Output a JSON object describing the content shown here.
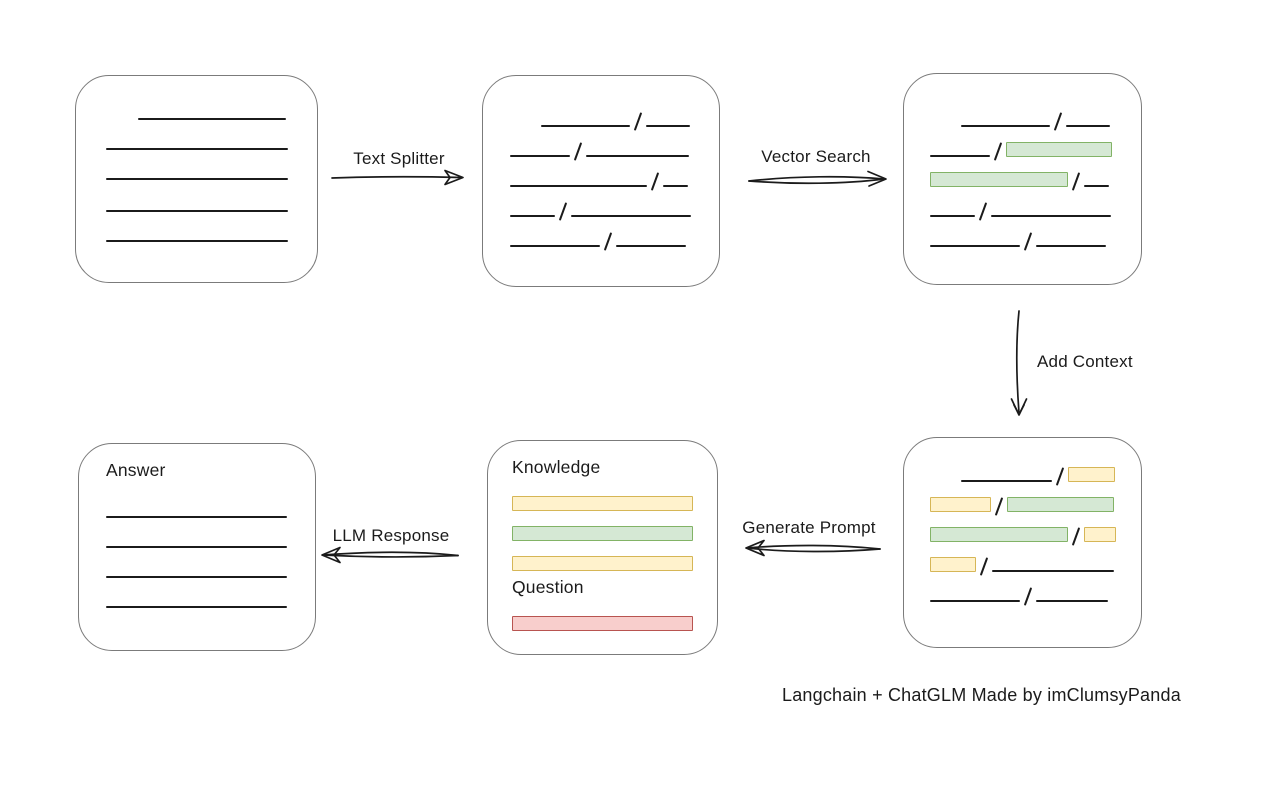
{
  "caption": "Langchain + ChatGLM Made by imClumsyPanda",
  "colors": {
    "ink": "#1b1b1b",
    "box_border": "#7b7b7b",
    "green_fill": "#d5e8d4",
    "green_stroke": "#82b366",
    "yellow_fill": "#fff2cc",
    "yellow_stroke": "#d6b656",
    "red_fill": "#f8cecc",
    "red_stroke": "#b85450"
  },
  "arrows": {
    "text_splitter": {
      "label": "Text Splitter",
      "direction": "right"
    },
    "vector_search": {
      "label": "Vector Search",
      "direction": "right"
    },
    "add_context": {
      "label": "Add Context",
      "direction": "down"
    },
    "generate_prompt": {
      "label": "Generate Prompt",
      "direction": "left"
    },
    "llm_response": {
      "label": "LLM Response",
      "direction": "left"
    }
  },
  "boxes": {
    "document": {
      "rows": [
        {
          "indent": 32,
          "segs": [
            {
              "t": "line",
              "w": 148
            }
          ]
        },
        {
          "segs": [
            {
              "t": "line",
              "w": 182
            }
          ]
        },
        {
          "segs": [
            {
              "t": "line",
              "w": 182
            }
          ]
        },
        {
          "segs": [
            {
              "t": "line",
              "w": 182
            }
          ]
        },
        {
          "segs": [
            {
              "t": "line",
              "w": 182
            }
          ]
        }
      ]
    },
    "split_chunks": {
      "rows": [
        {
          "indent": 31,
          "segs": [
            {
              "t": "line",
              "w": 89
            },
            {
              "t": "line",
              "w": 44
            }
          ]
        },
        {
          "segs": [
            {
              "t": "line",
              "w": 60
            },
            {
              "t": "line",
              "w": 103
            }
          ]
        },
        {
          "segs": [
            {
              "t": "line",
              "w": 137
            },
            {
              "t": "line",
              "w": 25
            }
          ]
        },
        {
          "segs": [
            {
              "t": "line",
              "w": 45
            },
            {
              "t": "line",
              "w": 120
            }
          ]
        },
        {
          "segs": [
            {
              "t": "line",
              "w": 90
            },
            {
              "t": "line",
              "w": 70
            }
          ]
        }
      ]
    },
    "matched_chunks": {
      "rows": [
        {
          "indent": 31,
          "segs": [
            {
              "t": "line",
              "w": 89
            },
            {
              "t": "line",
              "w": 44
            }
          ]
        },
        {
          "segs": [
            {
              "t": "line",
              "w": 60
            },
            {
              "t": "bar",
              "color": "green",
              "w": 106
            }
          ]
        },
        {
          "segs": [
            {
              "t": "bar",
              "color": "green",
              "w": 138
            },
            {
              "t": "line",
              "w": 25
            }
          ]
        },
        {
          "segs": [
            {
              "t": "line",
              "w": 45
            },
            {
              "t": "line",
              "w": 120
            }
          ]
        },
        {
          "segs": [
            {
              "t": "line",
              "w": 90
            },
            {
              "t": "line",
              "w": 70
            }
          ]
        }
      ]
    },
    "context_chunks": {
      "rows": [
        {
          "indent": 31,
          "segs": [
            {
              "t": "line",
              "w": 91
            },
            {
              "t": "bar",
              "color": "yellow",
              "w": 47
            }
          ]
        },
        {
          "segs": [
            {
              "t": "bar",
              "color": "yellow",
              "w": 61
            },
            {
              "t": "bar",
              "color": "green",
              "w": 107
            }
          ]
        },
        {
          "segs": [
            {
              "t": "bar",
              "color": "green",
              "w": 138
            },
            {
              "t": "bar",
              "color": "yellow",
              "w": 32
            }
          ]
        },
        {
          "segs": [
            {
              "t": "bar",
              "color": "yellow",
              "w": 46
            },
            {
              "t": "line",
              "w": 122
            }
          ]
        },
        {
          "segs": [
            {
              "t": "line",
              "w": 90
            },
            {
              "t": "line",
              "w": 72
            }
          ]
        }
      ]
    },
    "prompt": {
      "knowledge_label": "Knowledge",
      "question_label": "Question",
      "knowledge_rows": [
        {
          "segs": [
            {
              "t": "bar",
              "color": "yellow",
              "w": 181
            }
          ]
        },
        {
          "segs": [
            {
              "t": "bar",
              "color": "green",
              "w": 181
            }
          ]
        },
        {
          "segs": [
            {
              "t": "bar",
              "color": "yellow",
              "w": 181
            }
          ]
        }
      ],
      "question_rows": [
        {
          "segs": [
            {
              "t": "bar",
              "color": "red",
              "w": 181
            }
          ]
        }
      ]
    },
    "answer": {
      "label": "Answer",
      "rows": [
        {
          "segs": [
            {
              "t": "line",
              "w": 181
            }
          ]
        },
        {
          "segs": [
            {
              "t": "line",
              "w": 181
            }
          ]
        },
        {
          "segs": [
            {
              "t": "line",
              "w": 181
            }
          ]
        },
        {
          "segs": [
            {
              "t": "line",
              "w": 181
            }
          ]
        }
      ]
    }
  }
}
